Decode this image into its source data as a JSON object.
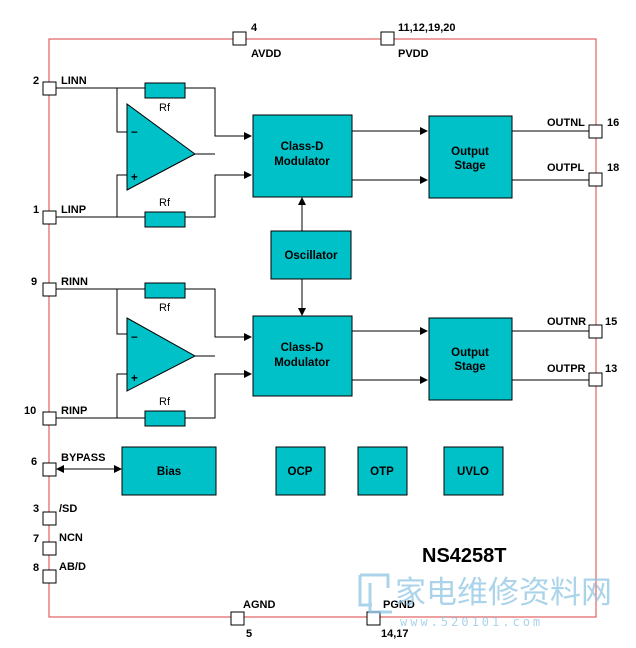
{
  "chip": {
    "name": "NS4258T"
  },
  "pins": {
    "avdd": {
      "num": "4",
      "name": "AVDD"
    },
    "pvdd": {
      "num": "11,12,19,20",
      "name": "PVDD"
    },
    "linn": {
      "num": "2",
      "name": "LINN"
    },
    "linp": {
      "num": "1",
      "name": "LINP"
    },
    "rinn": {
      "num": "9",
      "name": "RINN"
    },
    "rinp": {
      "num": "10",
      "name": "RINP"
    },
    "bypass": {
      "num": "6",
      "name": "BYPASS"
    },
    "sd": {
      "num": "3",
      "name": "/SD"
    },
    "ncn": {
      "num": "7",
      "name": "NCN"
    },
    "abd": {
      "num": "8",
      "name": "AB/D"
    },
    "agnd": {
      "num": "5",
      "name": "AGND"
    },
    "pgnd": {
      "num": "14,17",
      "name": "PGND"
    },
    "outnl": {
      "num": "16",
      "name": "OUTNL"
    },
    "outpl": {
      "num": "18",
      "name": "OUTPL"
    },
    "outnr": {
      "num": "15",
      "name": "OUTNR"
    },
    "outpr": {
      "num": "13",
      "name": "OUTPR"
    }
  },
  "blocks": {
    "mod_line1": "Class-D",
    "mod_line2": "Modulator",
    "out_line1": "Output",
    "out_line2": "Stage",
    "oscillator": "Oscillator",
    "bias": "Bias",
    "ocp": "OCP",
    "otp": "OTP",
    "uvlo": "UVLO",
    "rf": "Rf",
    "minus": "−",
    "plus": "+"
  },
  "watermark": {
    "text": "家电维修资料网",
    "url": "www.520101.com"
  }
}
